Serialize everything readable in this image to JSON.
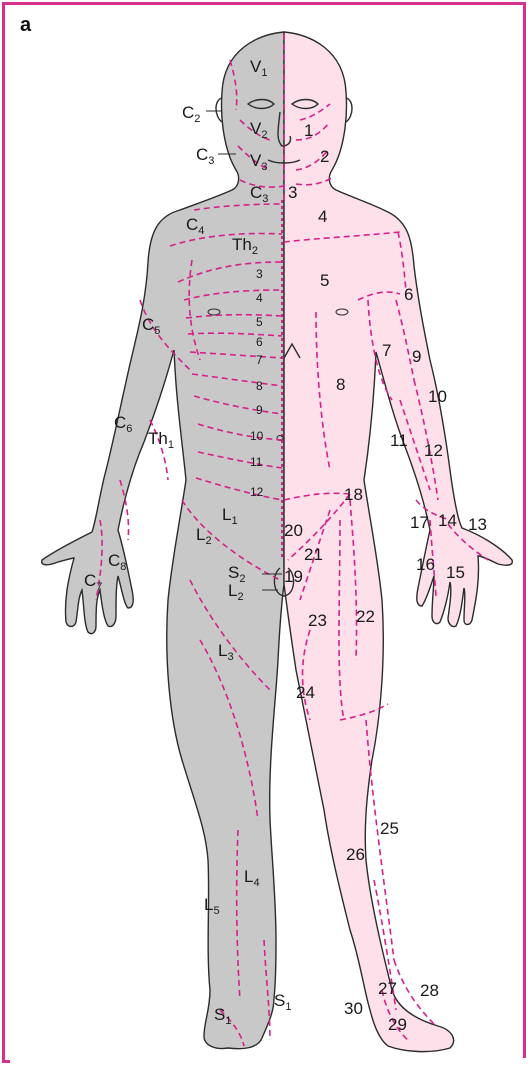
{
  "panel_letter": "a",
  "colors": {
    "frame": "#d6308f",
    "dermatome_lines": "#d6208a",
    "left_side_fill": "#c8c8c8",
    "right_side_fill": "#fde0ea"
  },
  "left_labels": {
    "V1": {
      "base": "V",
      "sub": "1"
    },
    "V2": {
      "base": "V",
      "sub": "2"
    },
    "V3": {
      "base": "V",
      "sub": "3"
    },
    "C2": {
      "base": "C",
      "sub": "2"
    },
    "C3_face": {
      "base": "C",
      "sub": "3"
    },
    "C3_neck": {
      "base": "C",
      "sub": "3"
    },
    "C4": {
      "base": "C",
      "sub": "4"
    },
    "Th2": {
      "base": "Th",
      "sub": "2"
    },
    "C5": {
      "base": "C",
      "sub": "5"
    },
    "C6": {
      "base": "C",
      "sub": "6"
    },
    "Th1": {
      "base": "Th",
      "sub": "1"
    },
    "C7": {
      "base": "C",
      "sub": "7"
    },
    "C8": {
      "base": "C",
      "sub": "8"
    },
    "L1": {
      "base": "L",
      "sub": "1"
    },
    "L2": {
      "base": "L",
      "sub": "2"
    },
    "S2": {
      "base": "S",
      "sub": "2"
    },
    "L2_b": {
      "base": "L",
      "sub": "2"
    },
    "L3": {
      "base": "L",
      "sub": "3"
    },
    "L4": {
      "base": "L",
      "sub": "4"
    },
    "L5": {
      "base": "L",
      "sub": "5"
    },
    "S1_left": {
      "base": "S",
      "sub": "1"
    },
    "S1_right": {
      "base": "S",
      "sub": "1"
    }
  },
  "thoracic_numbers": [
    "3",
    "4",
    "5",
    "6",
    "7",
    "8",
    "9",
    "10",
    "11",
    "12"
  ],
  "right_numbers": [
    "1",
    "2",
    "3",
    "4",
    "5",
    "6",
    "7",
    "8",
    "9",
    "10",
    "11",
    "12",
    "13",
    "14",
    "15",
    "16",
    "17",
    "18",
    "19",
    "20",
    "21",
    "22",
    "23",
    "24",
    "25",
    "26",
    "27",
    "28",
    "29",
    "30"
  ]
}
